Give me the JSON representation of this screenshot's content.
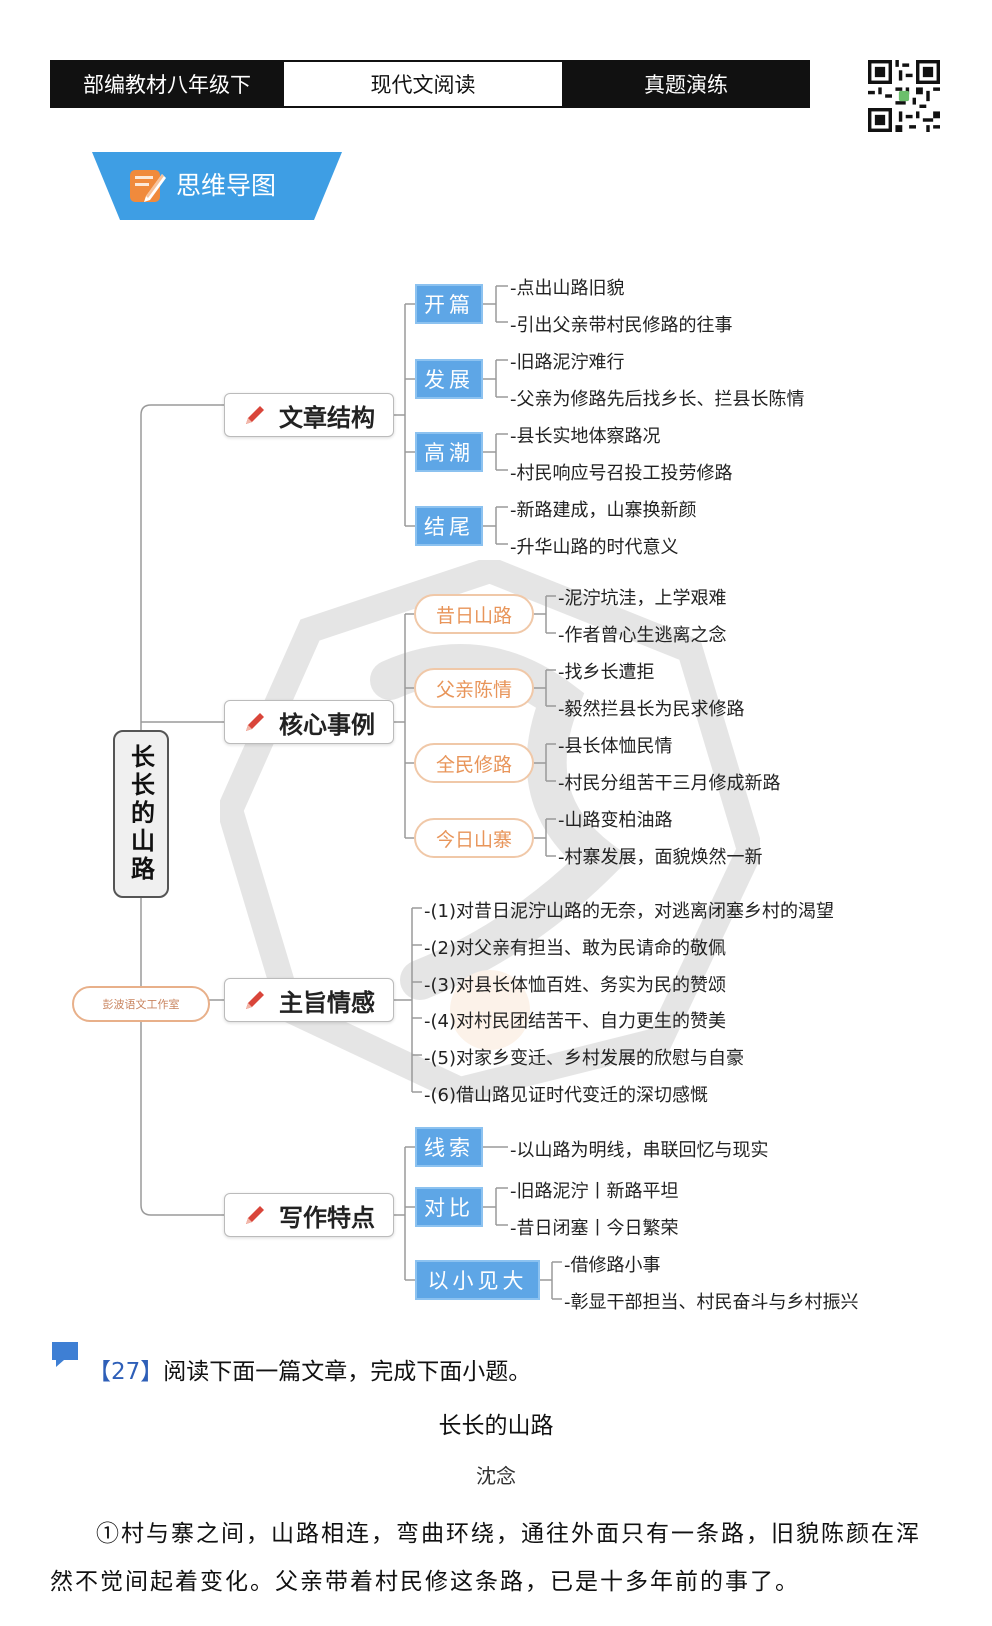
{
  "header": {
    "left": "部编教材八年级下",
    "middle": "现代文阅读",
    "right": "真题演练"
  },
  "banner": {
    "label": "思维导图"
  },
  "mindmap": {
    "root": "长长的山路",
    "stamp_text": "彭波语文工作室",
    "categories": [
      {
        "label": "文章结构",
        "groups": [
          {
            "label": "开篇",
            "leaves": [
              "-点出山路旧貌",
              "-引出父亲带村民修路的往事"
            ]
          },
          {
            "label": "发展",
            "leaves": [
              "-旧路泥泞难行",
              "-父亲为修路先后找乡长、拦县长陈情"
            ]
          },
          {
            "label": "高潮",
            "leaves": [
              "-县长实地体察路况",
              "-村民响应号召投工投劳修路"
            ]
          },
          {
            "label": "结尾",
            "leaves": [
              "-新路建成，山寨换新颜",
              "-升华山路的时代意义"
            ]
          }
        ]
      },
      {
        "label": "核心事例",
        "groups": [
          {
            "label": "昔日山路",
            "leaves": [
              "-泥泞坑洼，上学艰难",
              "-作者曾心生逃离之念"
            ]
          },
          {
            "label": "父亲陈情",
            "leaves": [
              "-找乡长遭拒",
              "-毅然拦县长为民求修路"
            ]
          },
          {
            "label": "全民修路",
            "leaves": [
              "-县长体恤民情",
              "-村民分组苦干三月修成新路"
            ]
          },
          {
            "label": "今日山寨",
            "leaves": [
              "-山路变柏油路",
              "-村寨发展，面貌焕然一新"
            ]
          }
        ]
      },
      {
        "label": "主旨情感",
        "leaves": [
          "-(1)对昔日泥泞山路的无奈，对逃离闭塞乡村的渴望",
          "-(2)对父亲有担当、敢为民请命的敬佩",
          "-(3)对县长体恤百姓、务实为民的赞颂",
          "-(4)对村民团结苦干、自力更生的赞美",
          "-(5)对家乡变迁、乡村发展的欣慰与自豪",
          "-(6)借山路见证时代变迁的深切感慨"
        ]
      },
      {
        "label": "写作特点",
        "groups": [
          {
            "label": "线索",
            "leaves": [
              "-以山路为明线，串联回忆与现实"
            ]
          },
          {
            "label": "对比",
            "leaves": [
              "-旧路泥泞丨新路平坦",
              "-昔日闭塞丨今日繁荣"
            ]
          },
          {
            "label": "以小见大",
            "leaves": [
              "-借修路小事",
              "-彰显干部担当、村民奋斗与乡村振兴"
            ]
          }
        ]
      }
    ]
  },
  "question": {
    "number": "【27】",
    "instruction": "阅读下面一篇文章，完成下面小题。"
  },
  "passage": {
    "title": "长长的山路",
    "author": "沈念",
    "paragraph1": "①村与寨之间，山路相连，弯曲环绕，通往外面只有一条路，旧貌陈颜在浑然不觉间起着变化。父亲带着村民修这条路，已是十多年前的事了。"
  },
  "colors": {
    "blue_tag": "#5ea6e6",
    "orange_tag": "#e8955a",
    "pencil_red": "#d9453a",
    "question_blue": "#2e5fb8"
  }
}
